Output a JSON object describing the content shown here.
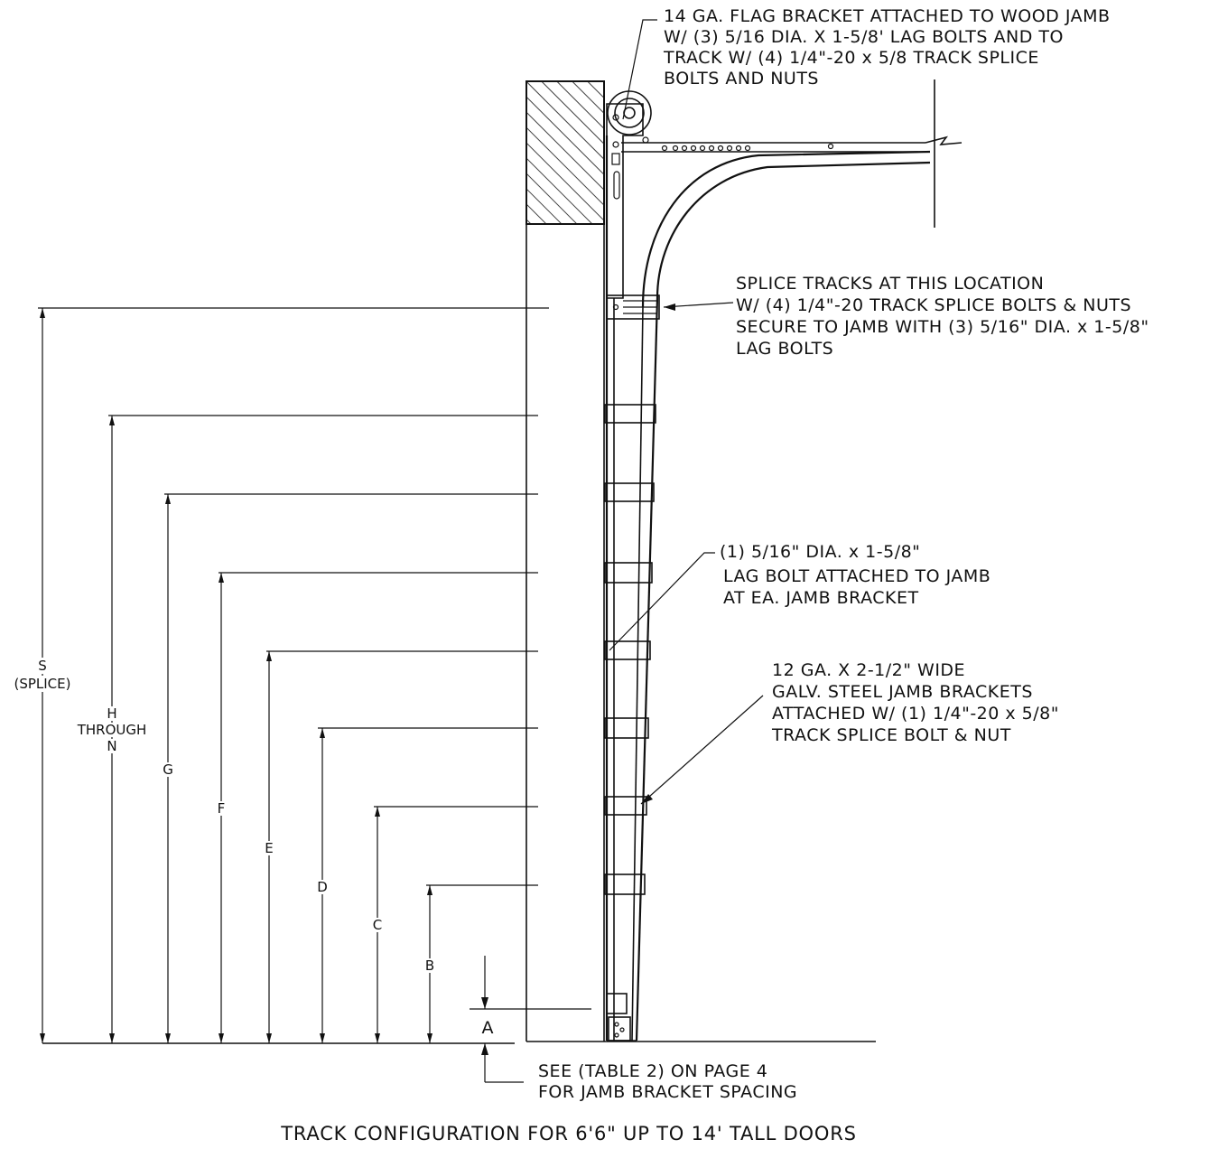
{
  "notes": {
    "flag_bracket": [
      "14 GA. FLAG BRACKET ATTACHED TO WOOD JAMB",
      "W/ (3) 5/16 DIA. X 1-5/8' LAG BOLTS AND TO",
      "TRACK W/ (4) 1/4\"-20 x 5/8 TRACK SPLICE",
      "BOLTS AND NUTS"
    ],
    "splice": [
      "SPLICE TRACKS AT THIS LOCATION",
      "W/ (4) 1/4\"-20 TRACK SPLICE BOLTS & NUTS",
      "SECURE TO JAMB WITH (3) 5/16\" DIA. x 1-5/8\"",
      "LAG BOLTS"
    ],
    "lag_bolt": [
      "(1) 5/16\" DIA. x 1-5/8\"",
      "LAG BOLT ATTACHED TO JAMB",
      "AT EA. JAMB BRACKET"
    ],
    "jamb_brackets": [
      "12 GA. X 2-1/2\" WIDE",
      "GALV. STEEL JAMB BRACKETS",
      "ATTACHED W/ (1) 1/4\"-20 x 5/8\"",
      "TRACK SPLICE BOLT & NUT"
    ],
    "see_table": [
      "SEE (TABLE 2) ON PAGE 4",
      "FOR JAMB BRACKET SPACING"
    ]
  },
  "dimensions": {
    "s": "S",
    "s_sub": "(SPLICE)",
    "h": "H",
    "through": "THROUGH",
    "n": "N",
    "g": "G",
    "f": "F",
    "e": "E",
    "d": "D",
    "c": "C",
    "b": "B",
    "a": "A"
  },
  "title": "TRACK CONFIGURATION FOR 6'6\" UP TO 14' TALL DOORS"
}
